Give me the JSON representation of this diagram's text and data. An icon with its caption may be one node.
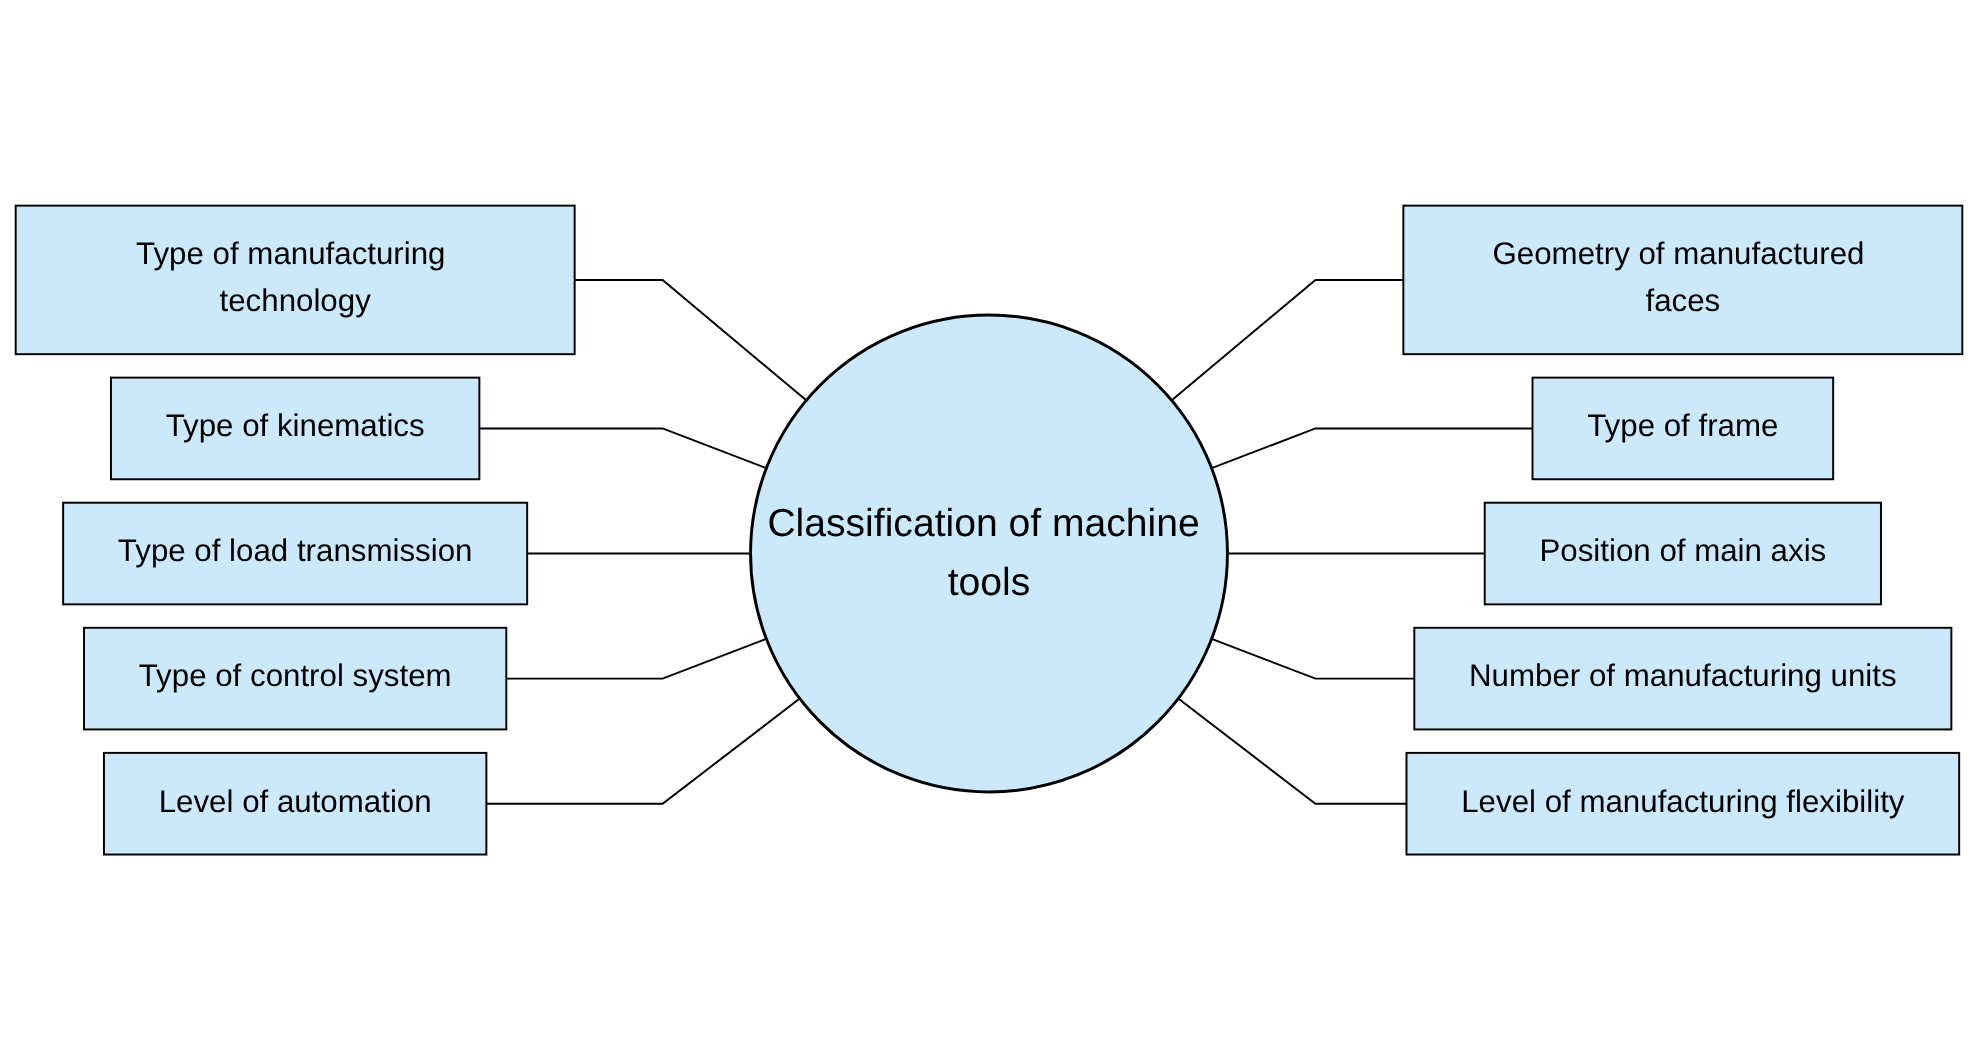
{
  "diagram": {
    "nodes": [
      {
        "text": [
          "Type of manufacturing technology"
        ]
      },
      {
        "text": [
          "Type of kinematics"
        ]
      },
      {
        "text": [
          "Type of load transmission"
        ]
      },
      {
        "text": [
          "Type of control system"
        ]
      },
      {
        "text": [
          "Level of automation"
        ]
      },
      {
        "text": [
          "Classification of machine tools"
        ]
      },
      {
        "text": [
          "Geometry of manufactured faces"
        ]
      },
      {
        "text": [
          "Type of frame"
        ]
      },
      {
        "text": [
          "Position of main axis"
        ]
      },
      {
        "text": [
          "Number of manufacturing units"
        ]
      },
      {
        "text": [
          "Level of manufacturing flexibility"
        ]
      }
    ],
    "edges": [
      {
        "from": 0,
        "to": 5,
        "arrow": "none"
      },
      {
        "from": 1,
        "to": 5,
        "arrow": "none"
      },
      {
        "from": 2,
        "to": 5,
        "arrow": "none"
      },
      {
        "from": 3,
        "to": 5,
        "arrow": "none"
      },
      {
        "from": 4,
        "to": 5,
        "arrow": "none"
      },
      {
        "from": 5,
        "to": 6,
        "arrow": "none"
      },
      {
        "from": 5,
        "to": 7,
        "arrow": "none"
      },
      {
        "from": 5,
        "to": 8,
        "arrow": "none"
      },
      {
        "from": 5,
        "to": 9,
        "arrow": "none"
      },
      {
        "from": 5,
        "to": 10,
        "arrow": "none"
      }
    ]
  }
}
